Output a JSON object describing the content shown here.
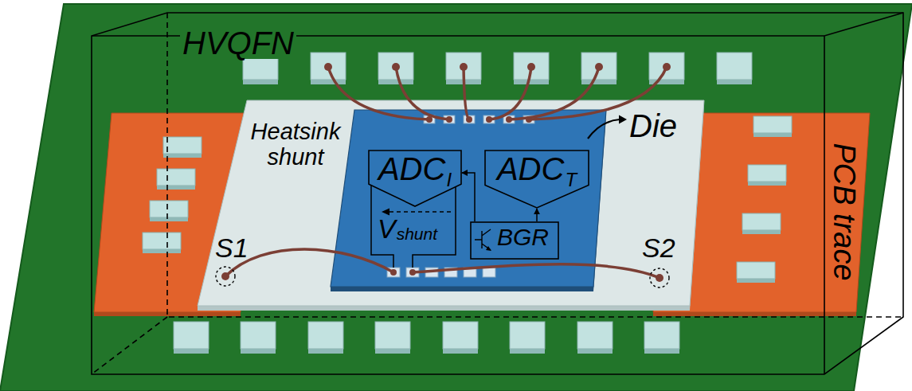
{
  "diagram": {
    "nodes": [
      {
        "text": [
          "HVQFN"
        ]
      },
      {
        "text": [
          "Heatsink shunt"
        ],
        "in": 0
      },
      {
        "text": [
          "Die"
        ],
        "in": 1
      },
      {
        "text": [
          "ADC",
          "I"
        ],
        "in": 2
      },
      {
        "text": [
          "ADC",
          "T"
        ],
        "in": 2
      },
      {
        "text": [
          "BGR"
        ],
        "in": 2
      },
      {
        "text": [
          "PCB trace"
        ]
      }
    ],
    "edges": [
      {
        "from": 5,
        "to": 3,
        "arrow": "to"
      },
      {
        "from": 5,
        "to": 4,
        "arrow": "to"
      }
    ],
    "labels": [
      "S1",
      "S2",
      "V",
      "shunt"
    ]
  }
}
